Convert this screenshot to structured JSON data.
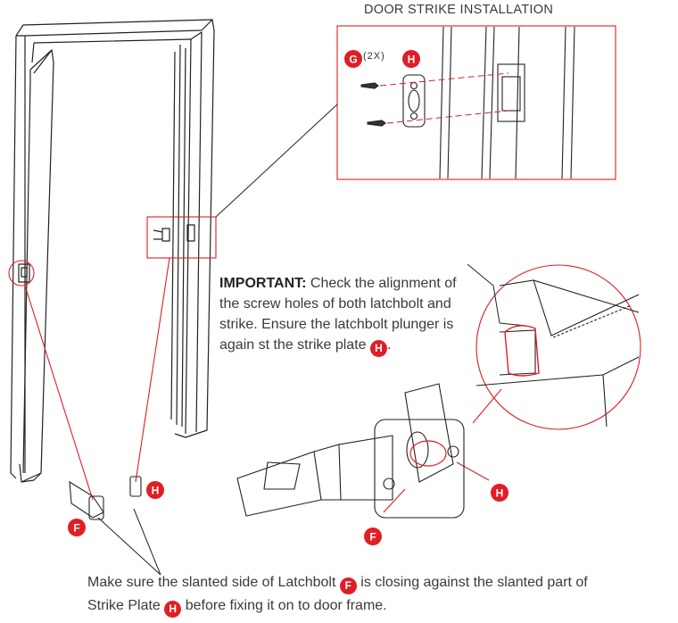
{
  "title": "DOOR STRIKE INSTALLATION",
  "inset_qty": "(2X)",
  "labels": {
    "g": "G",
    "h": "H",
    "f": "F"
  },
  "important": {
    "heading": "IMPORTANT:",
    "text": "Check the alignment of the screw holes of both latchbolt and strike. Ensure the latchbolt plunger is again st the strike plate",
    "end": "."
  },
  "bottom": {
    "part1": "Make sure the slanted side of Latchbolt",
    "part2": "is closing against the slanted part of Strike Plate",
    "part3": "before fixing it on to door frame."
  },
  "colors": {
    "accent": "#e01e26",
    "line": "#222222"
  }
}
